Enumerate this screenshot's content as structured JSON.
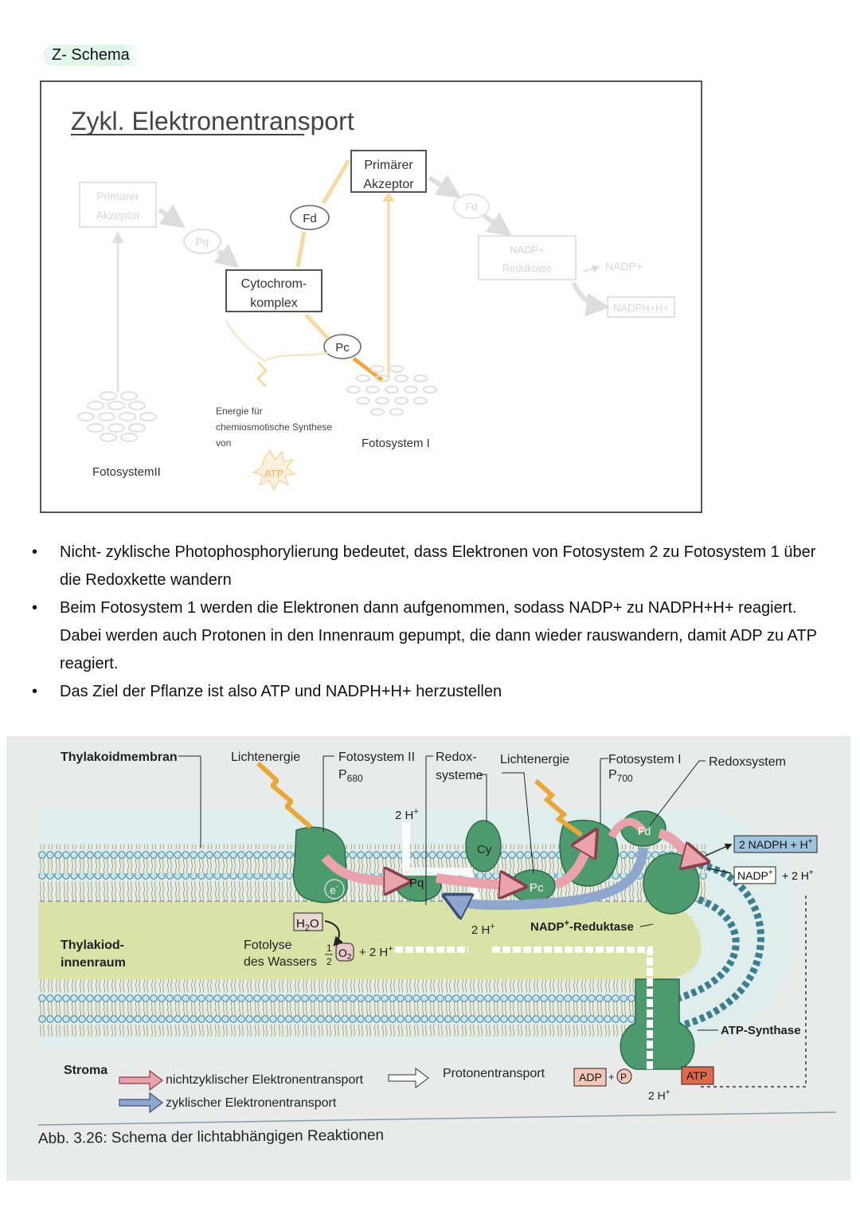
{
  "heading": "Z- Schema",
  "diagram1": {
    "title": "Zykl. Elektronentransport",
    "primaer_left": [
      "Primärer",
      "Akzeptor"
    ],
    "pq": "Pq",
    "fd": "Fd",
    "cyt": [
      "Cytochrom-",
      "komplex"
    ],
    "pc": "Pc",
    "primaer_mid": [
      "Primärer",
      "Akzeptor"
    ],
    "fd_right": "Fd",
    "nadp_red": [
      "NADP+",
      "Reduktase"
    ],
    "nadp": "NADP+",
    "nadph": "NADPH+H+",
    "energie": [
      "Energie für",
      "chemiosmotische Synthese",
      "von"
    ],
    "atp": "ATP",
    "fs2": "FotosystemII",
    "fs1": "Fotosystem I"
  },
  "bullets": [
    {
      "dot": "•",
      "text": "Nicht- zyklische Photophosphorylierung bedeutet, dass Elektronen von Fotosystem 2 zu Fotosystem 1 über die Redoxkette wandern"
    },
    {
      "dot": "•",
      "text": "Beim Fotosystem 1 werden die Elektronen dann aufgenommen, sodass NADP+ zu NADPH+H+ reagiert. Dabei werden auch Protonen in den Innenraum gepumpt, die dann wieder rauswandern, damit ADP zu ATP reagiert."
    },
    {
      "dot": "•",
      "text": "Das Ziel der Pflanze ist also ATP und NADPH+H+ herzustellen"
    }
  ],
  "diagram2": {
    "thylakoidmembran": "Thylakoidmembran",
    "lichtenergie1": "Lichtenergie",
    "fs2": "Fotosystem II",
    "p680": "P",
    "p680_sub": "680",
    "redox1": "Redox-",
    "redox2": "systeme",
    "lichtenergie2": "Lichtenergie",
    "fs1": "Fotosystem I",
    "p700": "P",
    "p700_sub": "700",
    "redoxsystem": "Redoxsystem",
    "h2_top": "2 H",
    "cy": "Cy",
    "pq": "Pq",
    "pc": "Pc",
    "fd": "Fd",
    "e": "e",
    "nadph": "2 NADPH + H",
    "nadp": "NADP",
    "plus2h": "+ 2 H",
    "h2o": "H",
    "h2o_2": "O",
    "h2_mid": "2 H",
    "nadp_red": "-Reduktase",
    "nadp_red_pre": "NADP",
    "innen1": "Thylakiod-",
    "innen2": "innenraum",
    "fotolyse1": "Fotolyse",
    "fotolyse2": "des Wassers",
    "half_num": "1",
    "half_den": "2",
    "o2": "O",
    "o2_sub": "2",
    "plus2h_mid": "+ 2 H",
    "atp_synthase": "ATP-Synthase",
    "stroma": "Stroma",
    "legend_nz": "nichtzyklischer Elektronentransport",
    "legend_z": "zyklischer Elektronentransport",
    "legend_proton": "Protonentransport",
    "adp": "ADP",
    "plus": "+",
    "p": "P",
    "atp": "ATP",
    "h2_bottom": "2 H",
    "sup_plus": "+",
    "sup_minus": "-",
    "caption": "Abb. 3.26: Schema der lichtabhängigen Reaktionen"
  }
}
